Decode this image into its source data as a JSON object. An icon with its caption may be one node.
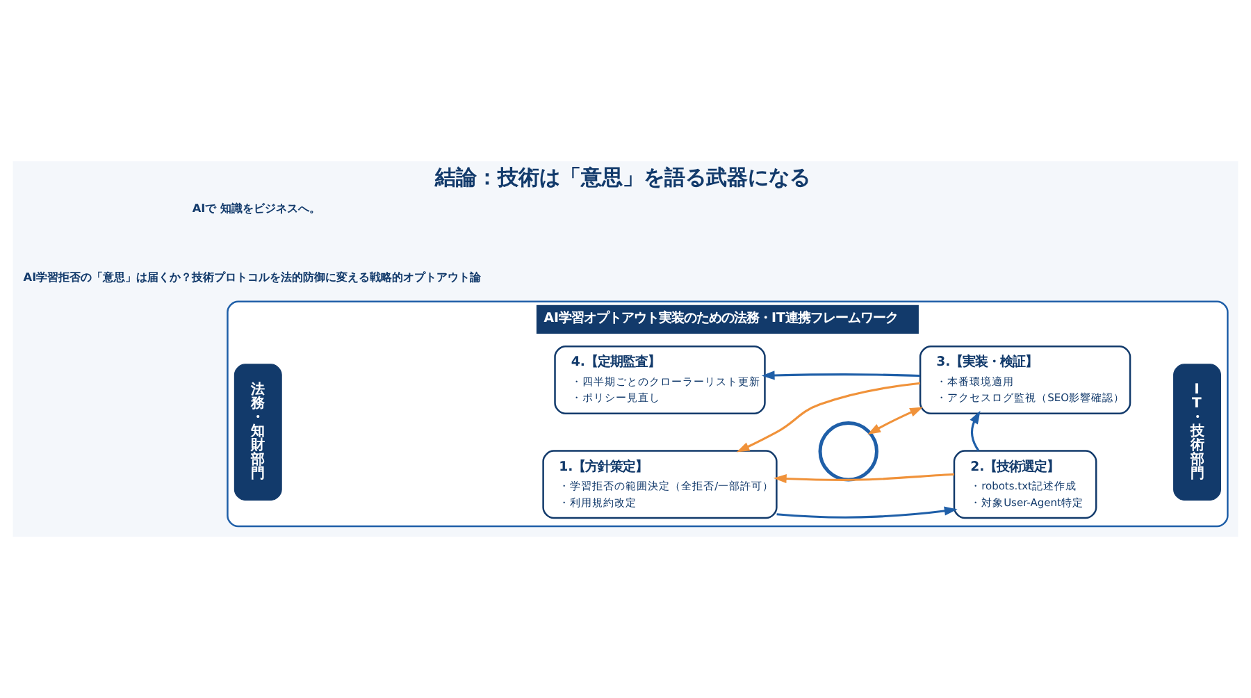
{
  "diagram": {
    "title": "結論：技術は「意思」を語る武器になる",
    "nodes": [
      {
        "text": [
          "AI学習オプトアウト実装のための法務・IT連携フレームワーク"
        ]
      },
      {
        "text": [
          "法務・知財部門"
        ],
        "in": 0
      },
      {
        "text": [
          "1.【方針策定】",
          "・学習拒否の範囲決定（全拒否/一部許可）",
          "・利用規約改定"
        ],
        "in": 0
      },
      {
        "text": [
          "2.【技術選定】",
          "・robots.txt記述作成",
          "・対象User-Agent特定"
        ],
        "in": 0
      },
      {
        "text": [
          "4.【定期監査】",
          "・四半期ごとのクローラーリスト更新",
          "・ポリシー見直し"
        ],
        "in": 0
      },
      {
        "text": [],
        "shape": "circle",
        "in": 0
      },
      {
        "text": [
          "3.【実装・検証】",
          "・本番環境適用",
          "・アクセスログ監視（SEO影響確認）"
        ],
        "in": 0
      },
      {
        "text": [
          "IT・技術部門"
        ],
        "in": 0
      }
    ],
    "edges": [
      {
        "from": 3,
        "to": 2,
        "arrow": "to",
        "color": "#f0923a"
      },
      {
        "from": 2,
        "to": 3,
        "arrow": "to",
        "color": "#1f5fa8"
      },
      {
        "from": 3,
        "to": 6,
        "arrow": "to",
        "color": "#1f5fa8"
      },
      {
        "from": 5,
        "to": 6,
        "arrow": "both",
        "color": "#f0923a"
      },
      {
        "from": 6,
        "to": 4,
        "arrow": "to",
        "color": "#1f5fa8"
      },
      {
        "from": 6,
        "to": 2,
        "arrow": "to",
        "color": "#f0923a"
      }
    ],
    "labels": [
      "AI学習拒否の「意思」は届くか？技術プロトコルを法的防御に変える戦略的オプトアウト論",
      "AIで 知識をビジネスへ。"
    ]
  }
}
